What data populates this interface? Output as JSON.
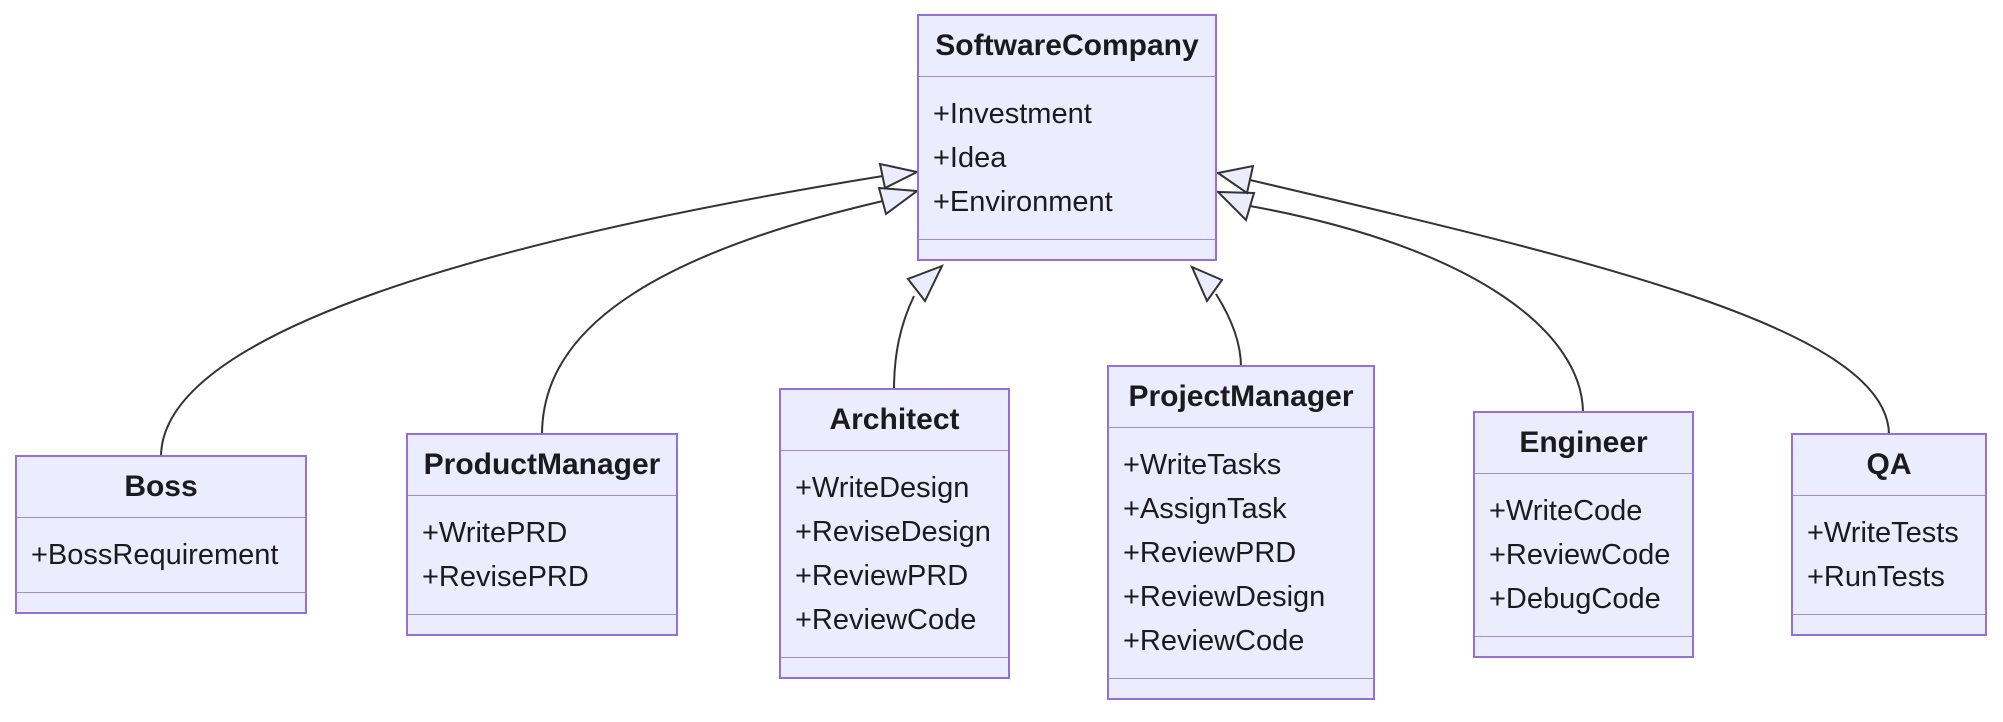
{
  "diagram": {
    "type": "uml_class_diagram",
    "colors": {
      "class_fill": "#ECECFF",
      "class_border": "#9370DB",
      "edge_stroke": "#333333",
      "arrowhead_fill": "#ECECFF",
      "text": "#1b1b1b",
      "background": "#ffffff"
    },
    "classes": [
      {
        "name": "SoftwareCompany",
        "members": [
          "+Investment",
          "+Idea",
          "+Environment"
        ]
      },
      {
        "name": "Boss",
        "members": [
          "+BossRequirement"
        ]
      },
      {
        "name": "ProductManager",
        "members": [
          "+WritePRD",
          "+RevisePRD"
        ]
      },
      {
        "name": "Architect",
        "members": [
          "+WriteDesign",
          "+ReviseDesign",
          "+ReviewPRD",
          "+ReviewCode"
        ]
      },
      {
        "name": "ProjectManager",
        "members": [
          "+WriteTasks",
          "+AssignTask",
          "+ReviewPRD",
          "+ReviewDesign",
          "+ReviewCode"
        ]
      },
      {
        "name": "Engineer",
        "members": [
          "+WriteCode",
          "+ReviewCode",
          "+DebugCode"
        ]
      },
      {
        "name": "QA",
        "members": [
          "+WriteTests",
          "+RunTests"
        ]
      }
    ],
    "relations": [
      {
        "from": "Boss",
        "to": "SoftwareCompany",
        "type": "inheritance"
      },
      {
        "from": "ProductManager",
        "to": "SoftwareCompany",
        "type": "inheritance"
      },
      {
        "from": "Architect",
        "to": "SoftwareCompany",
        "type": "inheritance"
      },
      {
        "from": "ProjectManager",
        "to": "SoftwareCompany",
        "type": "inheritance"
      },
      {
        "from": "Engineer",
        "to": "SoftwareCompany",
        "type": "inheritance"
      },
      {
        "from": "QA",
        "to": "SoftwareCompany",
        "type": "inheritance"
      }
    ]
  }
}
